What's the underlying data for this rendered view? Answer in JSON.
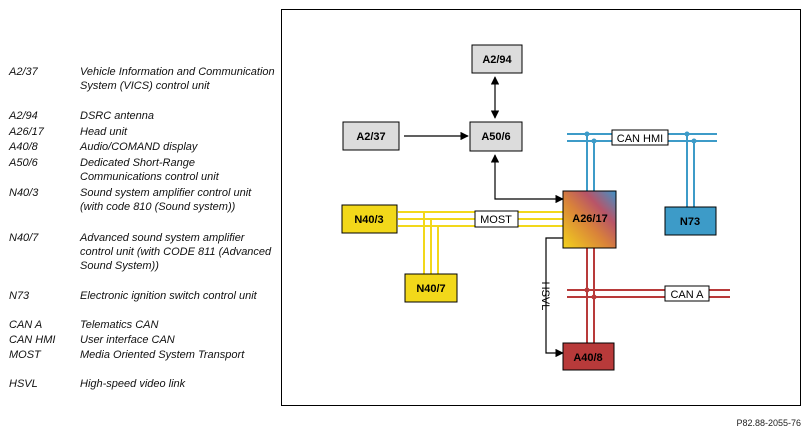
{
  "legend": [
    {
      "code": "A2/37",
      "description": "Vehicle Information and Communication System (VICS) control unit"
    },
    {
      "code": "A2/94",
      "description": "DSRC antenna"
    },
    {
      "code": "A26/17",
      "description": "Head unit"
    },
    {
      "code": "A40/8",
      "description": "Audio/COMAND display"
    },
    {
      "code": "A50/6",
      "description": "Dedicated Short-Range Communications control unit"
    },
    {
      "code": "N40/3",
      "description": "Sound system amplifier control unit (with code 810 (Sound system))"
    },
    {
      "code": "N40/7",
      "description": "Advanced sound system amplifier control unit (with CODE 811 (Advanced Sound System))"
    },
    {
      "code": "N73",
      "description": "Electronic ignition switch control unit"
    },
    {
      "code": "CAN A",
      "description": "Telematics CAN"
    },
    {
      "code": "CAN HMI",
      "description": "User interface CAN"
    },
    {
      "code": "MOST",
      "description": "Media Oriented System Transport"
    },
    {
      "code": "HSVL",
      "description": "High-speed video link"
    }
  ],
  "diagram": {
    "nodes": {
      "a2_94": "A2/94",
      "a2_37": "A2/37",
      "a50_6": "A50/6",
      "a26_17": "A26/17",
      "n40_3": "N40/3",
      "n40_7": "N40/7",
      "n73": "N73",
      "a40_8": "A40/8"
    },
    "bus_labels": {
      "can_hmi": "CAN HMI",
      "most": "MOST",
      "can_a": "CAN A",
      "hsvl": "HSVL"
    }
  },
  "colors": {
    "most": "#f2d81a",
    "can_hmi": "#3d9bc8",
    "can_a": "#b83a3a",
    "grey_box": "#dcdcdc"
  },
  "footer": {
    "reference": "P82.88-2055-76"
  }
}
